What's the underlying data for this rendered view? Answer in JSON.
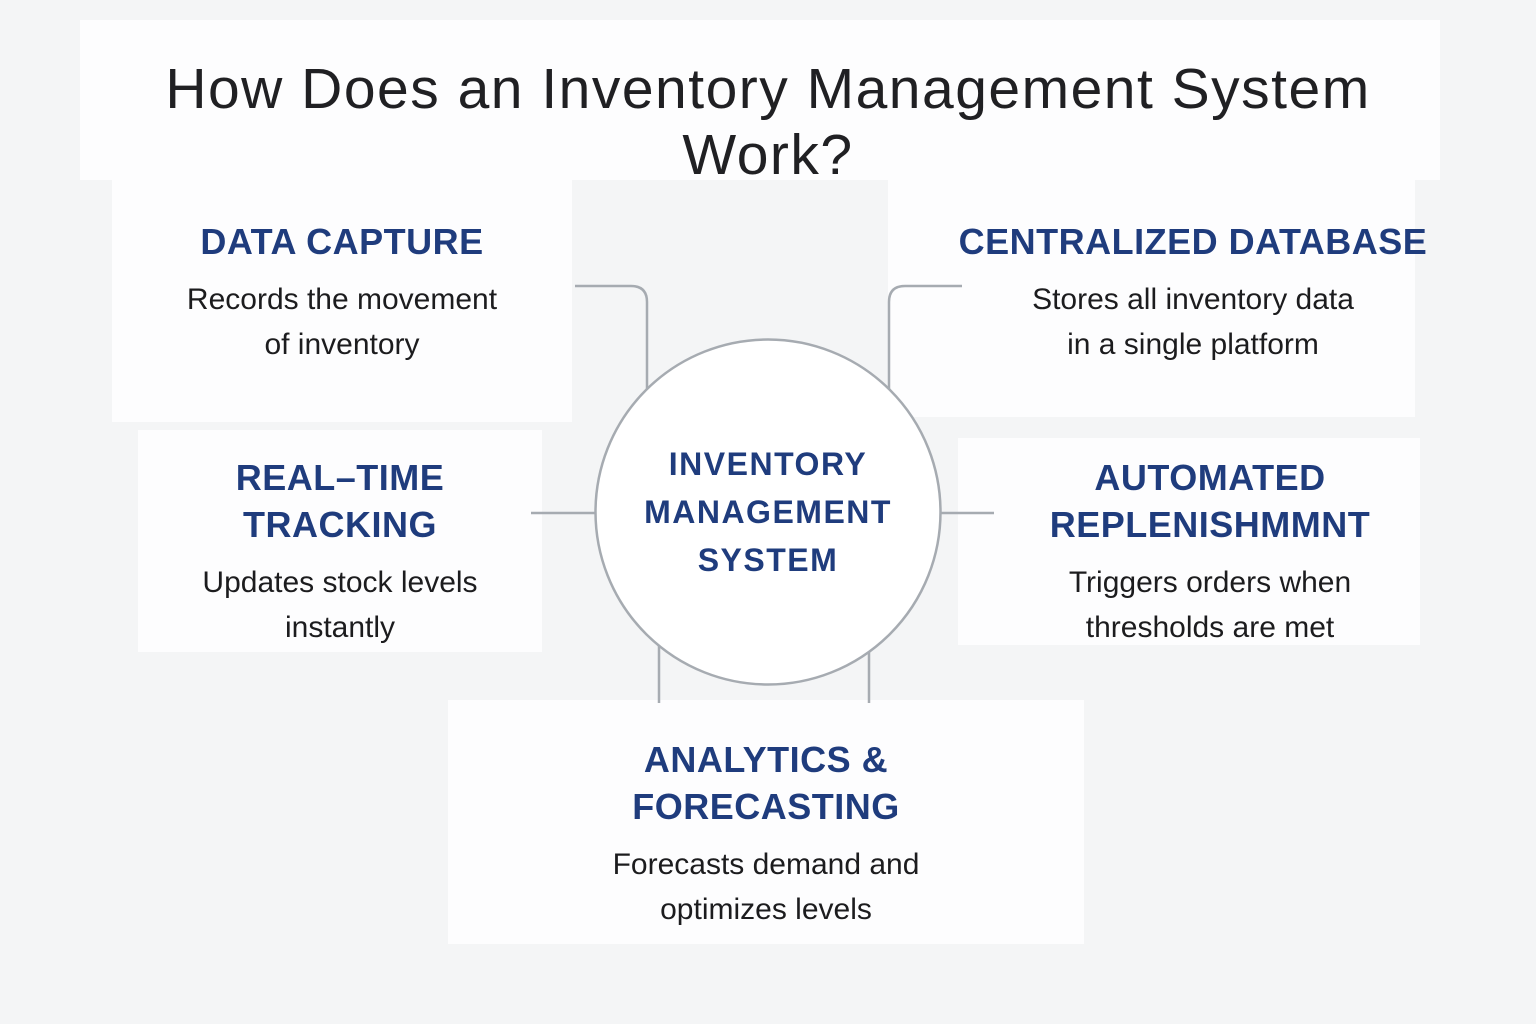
{
  "title": "How Does an Inventory Management System\nWork?",
  "center": {
    "label": "INVENTORY\nMANAGEMENT\nSYSTEM"
  },
  "sections": {
    "data_capture": {
      "heading": "DATA CAPTURE",
      "description": "Records the movement\nof inventory"
    },
    "centralized_database": {
      "heading": "CENTRALIZED DATABASE",
      "description": "Stores all inventory data\nin a single platform"
    },
    "real_time_tracking": {
      "heading": "REAL–TIME\nTRACKING",
      "description": "Updates stock levels\ninstantly"
    },
    "automated_replenishment": {
      "heading": "AUTOMATED\nREPLENISHMMNT",
      "description": "Triggers orders when\nthresholds are met"
    },
    "analytics_forecasting": {
      "heading": "ANALYTICS &\nFORECASTING",
      "description": "Forecasts demand and\noptimizes levels"
    }
  },
  "colors": {
    "heading_navy": "#1f3c7d",
    "body_text": "#1c1c1e",
    "title_text": "#202023",
    "connector_gray": "#a6abb1",
    "background": "#f4f5f6",
    "panel": "#fdfdfe",
    "circle_fill": "#ffffff"
  }
}
